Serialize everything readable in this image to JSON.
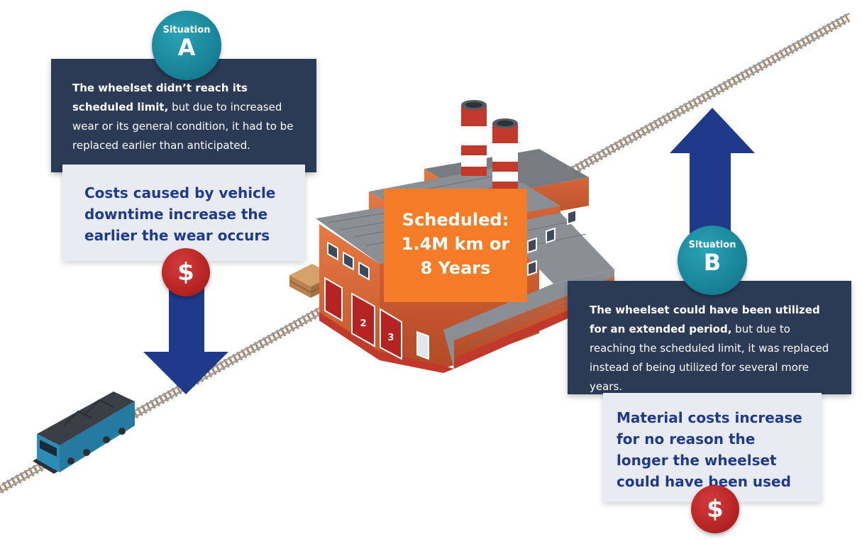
{
  "situation_a": {
    "badge_caption": "Situation",
    "badge_letter": "A",
    "description_bold": "The wheelset didn’t reach its scheduled limit,",
    "description_rest": " but due to increased wear or its general condition, it had to be replaced earlier than anticipated.",
    "consequence": "Costs caused by vehicle downtime increase the earlier the wear occurs",
    "cost_symbol": "$",
    "arrow_direction": "down"
  },
  "situation_b": {
    "badge_caption": "Situation",
    "badge_letter": "B",
    "description_bold": "The wheelset could have been utilized for an extended period,",
    "description_rest": " but due to reaching the scheduled limit, it was replaced instead of being utilized for several more years.",
    "consequence": "Material costs increase for no reason the longer the wheelset could have been used",
    "cost_symbol": "$",
    "arrow_direction": "up"
  },
  "schedule": {
    "line1": "Scheduled:",
    "line2": "1.4M km or",
    "line3": "8 Years"
  },
  "factory": {
    "door_numbers": [
      "2",
      "3"
    ]
  },
  "colors": {
    "dark_panel": "#2b3a55",
    "light_panel": "#e8ecf2",
    "accent_blue": "#1f3a8a",
    "badge_teal": "#177f93",
    "dollar_red": "#b52323",
    "schedule_orange": "#f47c26",
    "brick": "#d9673a",
    "roof_gray": "#8a8f96",
    "train_blue": "#2c8cb4",
    "track_brown": "#b0825a"
  },
  "icons": [
    "situation-badge",
    "dollar-icon",
    "train-icon",
    "factory-icon",
    "arrow-down-icon",
    "arrow-up-icon"
  ]
}
